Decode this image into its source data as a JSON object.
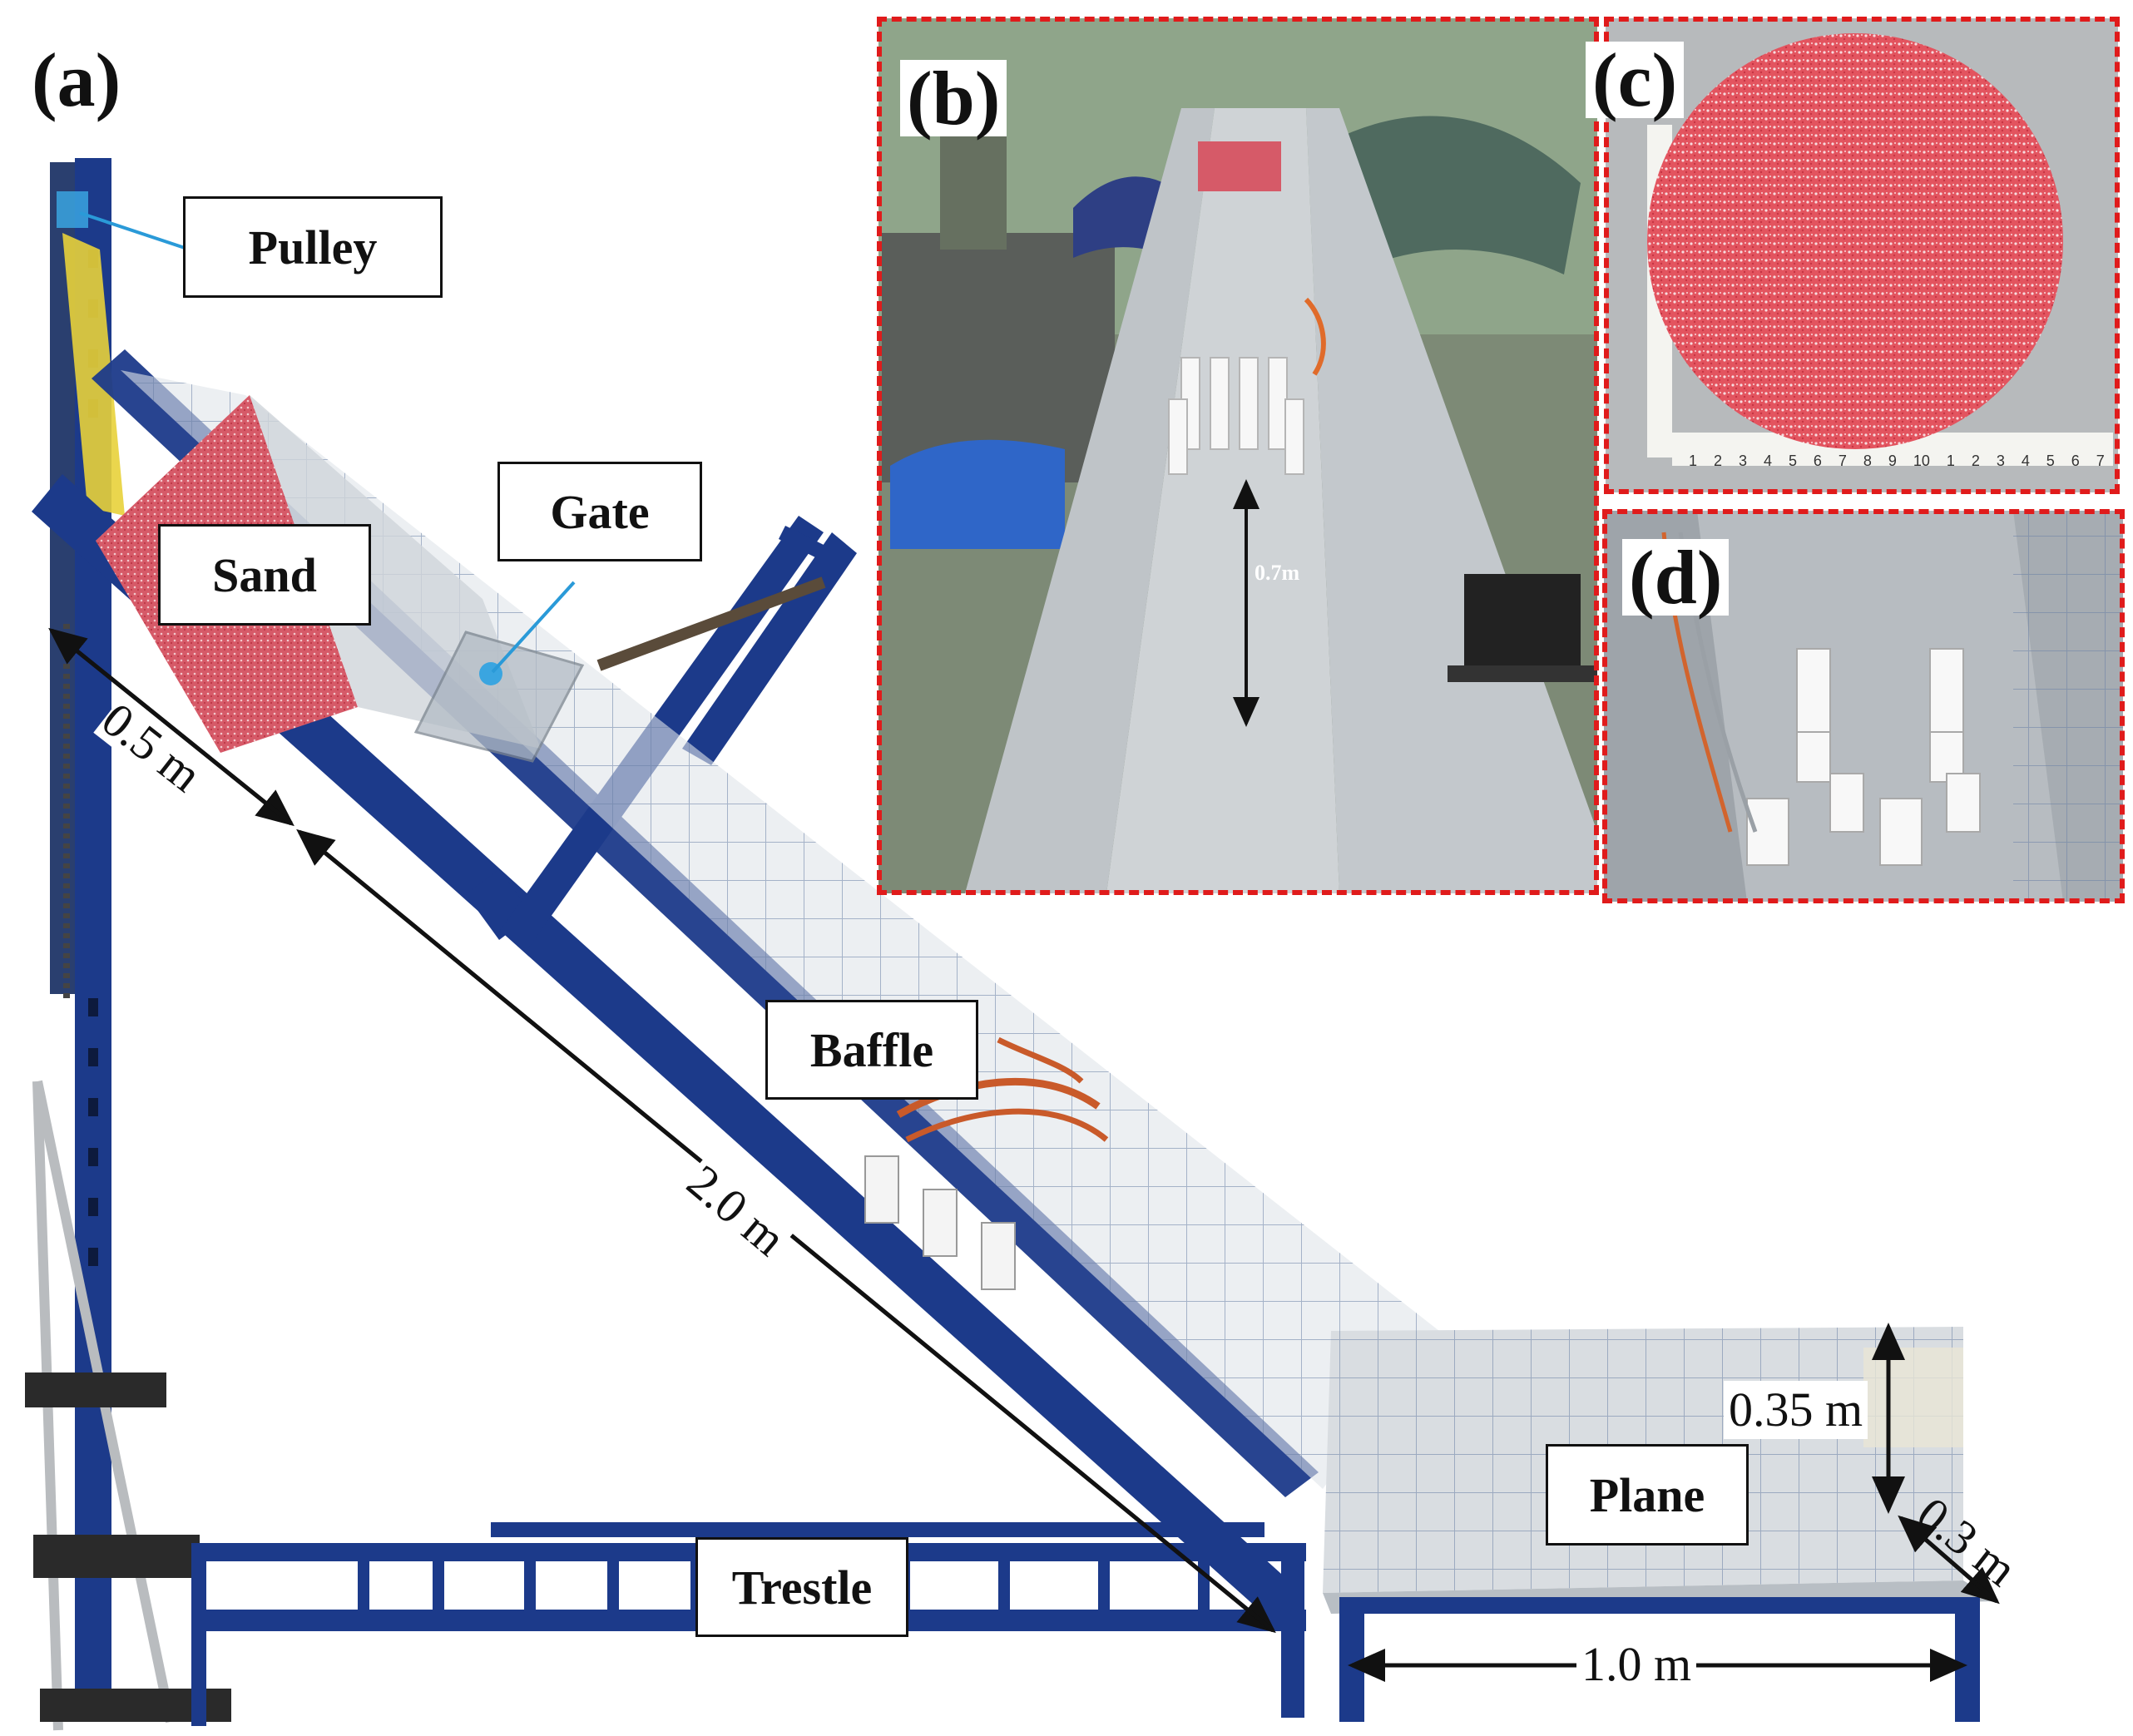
{
  "panels": {
    "a": "(a)",
    "b": "(b)",
    "c": "(c)",
    "d": "(d)"
  },
  "labels": {
    "pulley": "Pulley",
    "gate": "Gate",
    "sand": "Sand",
    "baffle": "Baffle",
    "trestle": "Trestle",
    "plane": "Plane"
  },
  "dimensions": {
    "gate_length": "0.5 m",
    "slope_length": "2.0 m",
    "plane_height": "0.35 m",
    "plane_width": "0.3 m",
    "plane_length": "1.0 m",
    "baffle_zone_width": "0.7m"
  },
  "ruler_ticks": [
    "1",
    "2",
    "3",
    "4",
    "5",
    "6",
    "7",
    "8",
    "9",
    "10",
    "1",
    "2",
    "3",
    "4",
    "5",
    "6",
    "7"
  ],
  "colors": {
    "frame_blue": "#1c3a8a",
    "inset_border": "#e01b1b",
    "sand_red": "#d24a5a",
    "leader_blue": "#2a9ad8"
  }
}
